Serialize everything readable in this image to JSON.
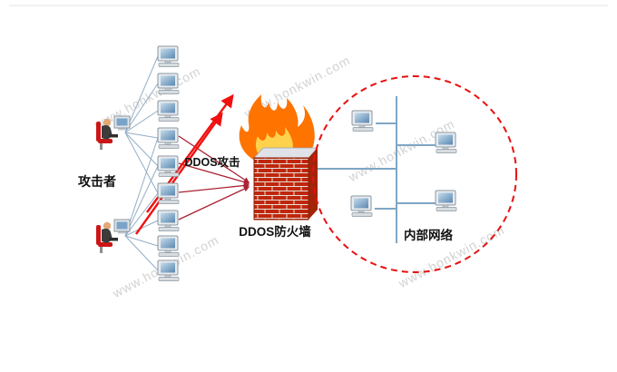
{
  "diagram": {
    "labels": {
      "attacker": "攻击者",
      "ddos_attack": "DDOS攻击",
      "ddos_firewall": "DDOS防火墙",
      "internal_network": "内部网络"
    },
    "watermark": "www.honkwin.com",
    "colors": {
      "connection_blue": "#93aec7",
      "network_blue": "#7fa6c4",
      "attack_arrow_red": "#f01010",
      "attack_line_dark_red": "#aa2233",
      "circle_dash_red": "#e81010",
      "brick_red": "#c0260b",
      "flame_orange": "#ff7300",
      "flame_yellow": "#ffd24d",
      "chair_red": "#cc1616",
      "watermark_gray": "#d2d2d2"
    }
  }
}
